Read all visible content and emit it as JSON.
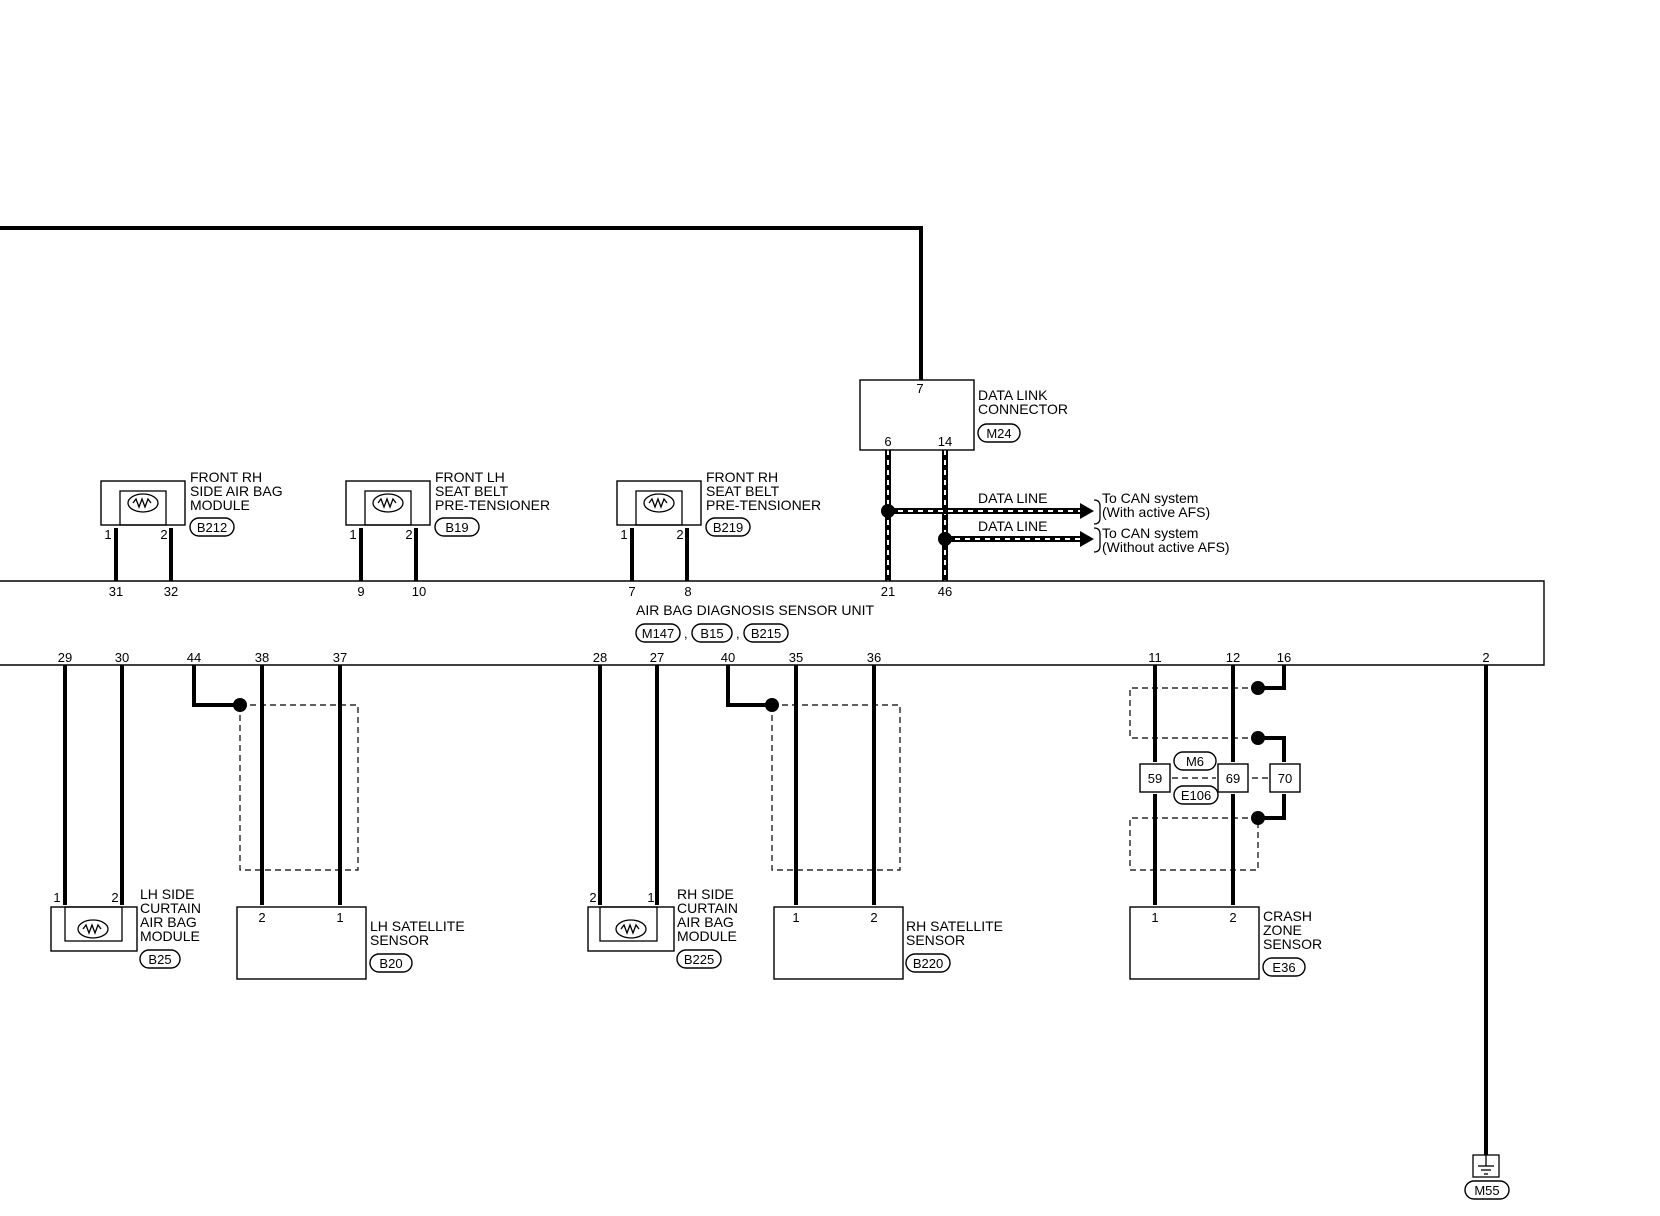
{
  "components": {
    "data_link_connector": {
      "name_lines": [
        "DATA LINK",
        "CONNECTOR"
      ],
      "connector": "M24",
      "pins": [
        "7",
        "6",
        "14"
      ]
    },
    "front_rh_side_airbag": {
      "name_lines": [
        "FRONT RH",
        "SIDE AIR BAG",
        "MODULE"
      ],
      "connector": "B212",
      "pins": [
        "1",
        "2"
      ]
    },
    "front_lh_pretensioner": {
      "name_lines": [
        "FRONT LH",
        "SEAT BELT",
        "PRE-TENSIONER"
      ],
      "connector": "B19",
      "pins": [
        "1",
        "2"
      ]
    },
    "front_rh_pretensioner": {
      "name_lines": [
        "FRONT RH",
        "SEAT BELT",
        "PRE-TENSIONER"
      ],
      "connector": "B219",
      "pins": [
        "1",
        "2"
      ]
    },
    "airbag_unit": {
      "name": "AIR BAG DIAGNOSIS SENSOR UNIT",
      "connectors": [
        "M147",
        "B15",
        "B215"
      ],
      "separator": ",",
      "top_pins": [
        "31",
        "32",
        "9",
        "10",
        "7",
        "8",
        "21",
        "46"
      ],
      "bottom_pins": [
        "29",
        "30",
        "44",
        "38",
        "37",
        "28",
        "27",
        "40",
        "35",
        "36",
        "11",
        "12",
        "16",
        "2"
      ]
    },
    "lh_curtain": {
      "name_lines": [
        "LH SIDE",
        "CURTAIN",
        "AIR BAG",
        "MODULE"
      ],
      "connector": "B25",
      "pins": [
        "1",
        "2"
      ]
    },
    "lh_satellite": {
      "name_lines": [
        "LH SATELLITE",
        "SENSOR"
      ],
      "connector": "B20",
      "pins": [
        "2",
        "1"
      ]
    },
    "rh_curtain": {
      "name_lines": [
        "RH SIDE",
        "CURTAIN",
        "AIR BAG",
        "MODULE"
      ],
      "connector": "B225",
      "pins": [
        "2",
        "1"
      ]
    },
    "rh_satellite": {
      "name_lines": [
        "RH SATELLITE",
        "SENSOR"
      ],
      "connector": "B220",
      "pins": [
        "1",
        "2"
      ]
    },
    "crash_zone": {
      "name_lines": [
        "CRASH",
        "ZONE",
        "SENSOR"
      ],
      "connector": "E36",
      "pins": [
        "1",
        "2"
      ]
    },
    "joint_connector": {
      "tags": [
        "M6",
        "E106"
      ],
      "pins": [
        "59",
        "69",
        "70"
      ]
    },
    "ground": {
      "connector": "M55"
    }
  },
  "data_lines": [
    {
      "label": "DATA LINE",
      "dest_lines": [
        "To CAN system",
        "(With active AFS)"
      ]
    },
    {
      "label": "DATA LINE",
      "dest_lines": [
        "To CAN system",
        "(Without active AFS)"
      ]
    }
  ]
}
